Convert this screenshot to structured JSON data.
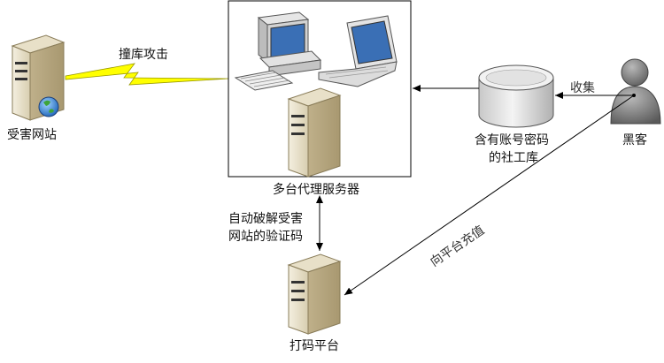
{
  "nodes": {
    "victim_site": "受害网站",
    "proxy_servers": "多台代理服务器",
    "social_db_line1": "含有账号密码",
    "social_db_line2": "的社工库",
    "hacker": "黑客",
    "captcha_platform": "打码平台"
  },
  "edges": {
    "credential_stuffing": "撞库攻击",
    "collect": "收集",
    "captcha_line1": "自动破解受害",
    "captcha_line2": "网站的验证码",
    "recharge": "向平台充值"
  }
}
